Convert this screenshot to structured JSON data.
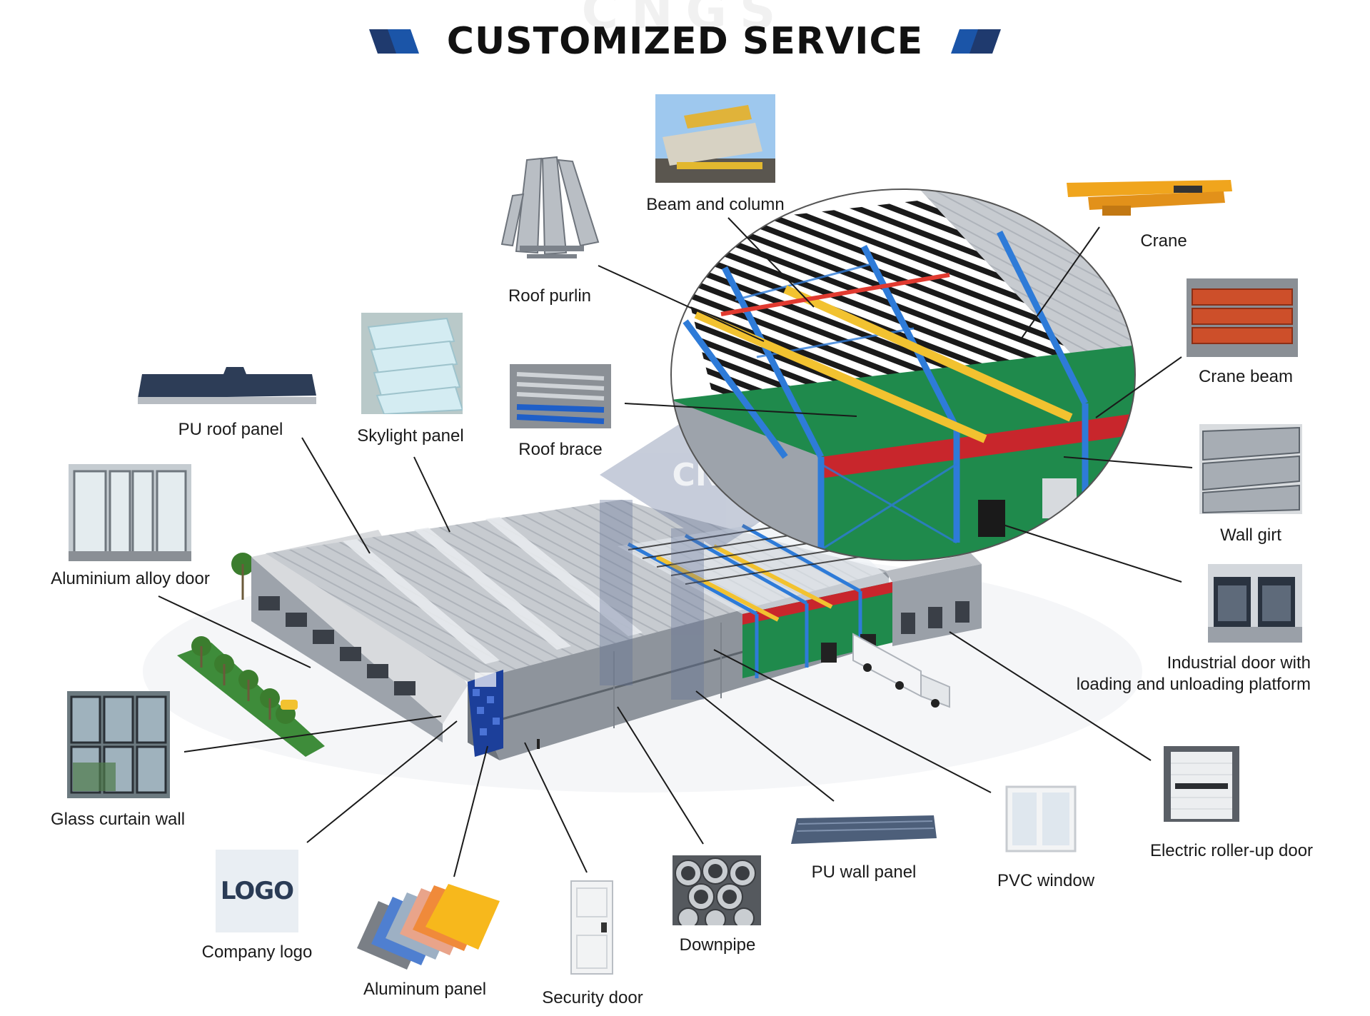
{
  "header": {
    "title": "CUSTOMIZED SERVICE",
    "watermark": "CNGS",
    "accent_dark": "#1f3a6e",
    "accent_blue": "#1b55a8"
  },
  "center_watermark": "CNGS",
  "components": [
    {
      "id": "beam-and-column",
      "label": "Beam and column",
      "icon": "steel-beam-photo"
    },
    {
      "id": "roof-purlin",
      "label": "Roof purlin",
      "icon": "purlin-bundle-photo"
    },
    {
      "id": "crane",
      "label": "Crane",
      "icon": "overhead-crane-photo"
    },
    {
      "id": "crane-beam",
      "label": "Crane beam",
      "icon": "crane-beam-photo"
    },
    {
      "id": "wall-girt",
      "label": "Wall girt",
      "icon": "c-channel-photo"
    },
    {
      "id": "industrial-door",
      "label_lines": [
        "Industrial door with",
        "loading and unloading platform"
      ],
      "icon": "dock-door-photo"
    },
    {
      "id": "electric-roller-up-door",
      "label": "Electric roller-up door",
      "icon": "roller-door-photo"
    },
    {
      "id": "pvc-window",
      "label": "PVC window",
      "icon": "window-photo"
    },
    {
      "id": "pu-wall-panel",
      "label": "PU wall panel",
      "icon": "wall-panel-photo"
    },
    {
      "id": "downpipe",
      "label": "Downpipe",
      "icon": "pipe-stack-photo"
    },
    {
      "id": "security-door",
      "label": "Security door",
      "icon": "steel-door-photo"
    },
    {
      "id": "aluminum-panel",
      "label": "Aluminum panel",
      "icon": "color-swatch-photo"
    },
    {
      "id": "company-logo",
      "label": "Company logo",
      "icon": "logo-photo",
      "logo_text": "LOGO"
    },
    {
      "id": "glass-curtain-wall",
      "label": "Glass curtain wall",
      "icon": "curtain-wall-photo"
    },
    {
      "id": "aluminium-alloy-door",
      "label": "Aluminium alloy door",
      "icon": "glass-door-photo"
    },
    {
      "id": "pu-roof-panel",
      "label": "PU roof panel",
      "icon": "roof-panel-photo"
    },
    {
      "id": "skylight-panel",
      "label": "Skylight panel",
      "icon": "skylight-sheet-photo"
    },
    {
      "id": "roof-brace",
      "label": "Roof brace",
      "icon": "brace-rods-photo"
    }
  ],
  "colors": {
    "roof": "#c9ccd1",
    "wall": "#8e949c",
    "frame_blue": "#2e7bd8",
    "crane_yellow": "#f2c230",
    "girt_red": "#c8262c",
    "wall_green": "#1f8a4c",
    "line": "#1a1a1a"
  }
}
